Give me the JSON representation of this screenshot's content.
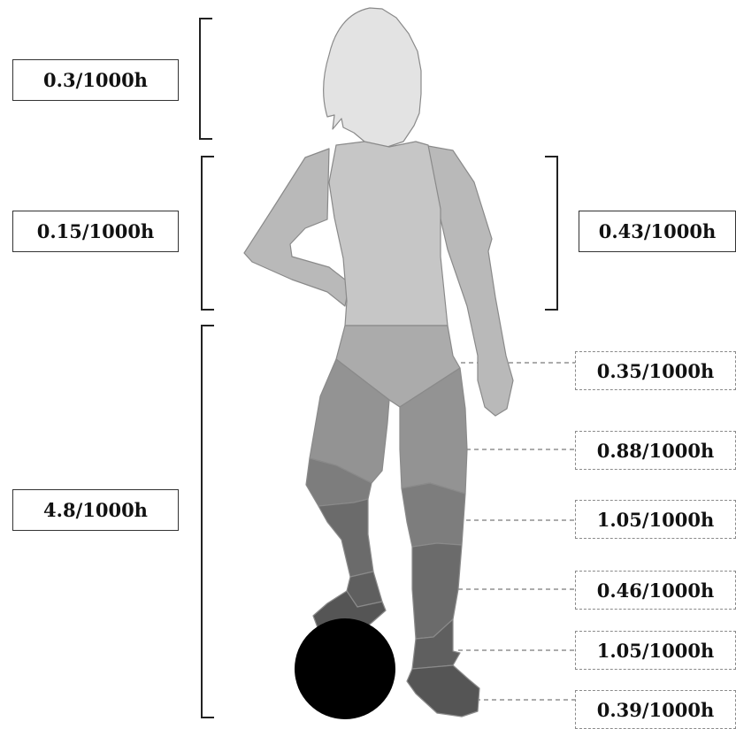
{
  "labels": {
    "head": "0.3/1000h",
    "trunk_left": "0.15/1000h",
    "upper_limb": "0.43/1000h",
    "lower_limb_total": "4.8/1000h",
    "hip_groin": "0.35/1000h",
    "thigh": "0.88/1000h",
    "knee": "1.05/1000h",
    "lower_leg": "0.46/1000h",
    "ankle": "1.05/1000h",
    "foot": "0.39/1000h"
  },
  "colors": {
    "head": "#e3e3e3",
    "torso": "#c6c6c6",
    "arm_dark": "#b9b9b9",
    "hips": "#ababab",
    "thigh": "#939393",
    "knee": "#7d7d7d",
    "shin": "#6b6b6b",
    "ankle": "#5f5f5f",
    "foot": "#555555",
    "ball": "#000000"
  }
}
